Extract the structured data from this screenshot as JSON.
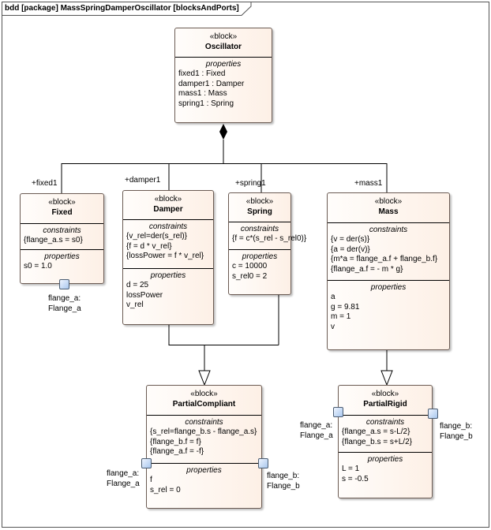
{
  "frame": {
    "title": "bdd [package] MassSpringDamperOscillator [blocksAndPorts]"
  },
  "blocks": [
    {
      "id": "oscillator",
      "stereotype": "«block»",
      "name": "Oscillator",
      "compartments": [
        {
          "title": "properties",
          "lines": [
            "fixed1 : Fixed",
            "damper1 : Damper",
            "mass1 : Mass",
            "spring1 : Spring"
          ]
        }
      ]
    },
    {
      "id": "fixed",
      "stereotype": "«block»",
      "name": "Fixed",
      "compartments": [
        {
          "title": "constraints",
          "lines": [
            "{flange_a.s = s0}"
          ]
        },
        {
          "title": "properties",
          "lines": [
            "s0 = 1.0"
          ]
        }
      ]
    },
    {
      "id": "damper",
      "stereotype": "«block»",
      "name": "Damper",
      "compartments": [
        {
          "title": "constraints",
          "lines": [
            "{v_rel=der(s_rel)}",
            "{f = d * v_rel}",
            "{lossPower = f * v_rel}"
          ]
        },
        {
          "title": "properties",
          "lines": [
            "d = 25",
            "lossPower",
            "v_rel"
          ]
        }
      ]
    },
    {
      "id": "spring",
      "stereotype": "«block»",
      "name": "Spring",
      "compartments": [
        {
          "title": "constraints",
          "lines": [
            "{f = c*(s_rel - s_rel0)}"
          ]
        },
        {
          "title": "properties",
          "lines": [
            "c = 10000",
            "s_rel0 = 2"
          ]
        }
      ]
    },
    {
      "id": "mass",
      "stereotype": "«block»",
      "name": "Mass",
      "compartments": [
        {
          "title": "constraints",
          "lines": [
            "{v = der(s)}",
            "{a = der(v)}",
            "{m*a = flange_a.f + flange_b.f}",
            "{flange_a.f = - m * g}"
          ]
        },
        {
          "title": "properties",
          "lines": [
            "a",
            "g = 9.81",
            "m = 1",
            "v"
          ]
        }
      ]
    },
    {
      "id": "partialcompliant",
      "stereotype": "«block»",
      "name": "PartialCompliant",
      "compartments": [
        {
          "title": "constraints",
          "lines": [
            "{s_rel=flange_b.s - flange_a.s}",
            "{flange_b.f = f}",
            "{flange_a.f = -f}"
          ]
        },
        {
          "title": "properties",
          "lines": [
            "f",
            "s_rel = 0"
          ]
        }
      ]
    },
    {
      "id": "partialrigid",
      "stereotype": "«block»",
      "name": "PartialRigid",
      "compartments": [
        {
          "title": "constraints",
          "lines": [
            "{flange_a.s = s-L/2}",
            "{flange_b.s = s+L/2}"
          ]
        },
        {
          "title": "properties",
          "lines": [
            "L = 1",
            "s = -0.5"
          ]
        }
      ]
    }
  ],
  "roles": [
    {
      "id": "fixed",
      "label": "+fixed1"
    },
    {
      "id": "damper",
      "label": "+damper1"
    },
    {
      "id": "spring",
      "label": "+spring1"
    },
    {
      "id": "mass",
      "label": "+mass1"
    }
  ],
  "ports": [
    {
      "id": "fixed_a",
      "name": "flange_a:",
      "type": "Flange_a"
    },
    {
      "id": "pc_a",
      "name": "flange_a:",
      "type": "Flange_a"
    },
    {
      "id": "pc_b",
      "name": "flange_b:",
      "type": "Flange_b"
    },
    {
      "id": "pr_a",
      "name": "flange_a:",
      "type": "Flange_a"
    },
    {
      "id": "pr_b",
      "name": "flange_b:",
      "type": "Flange_b"
    }
  ]
}
